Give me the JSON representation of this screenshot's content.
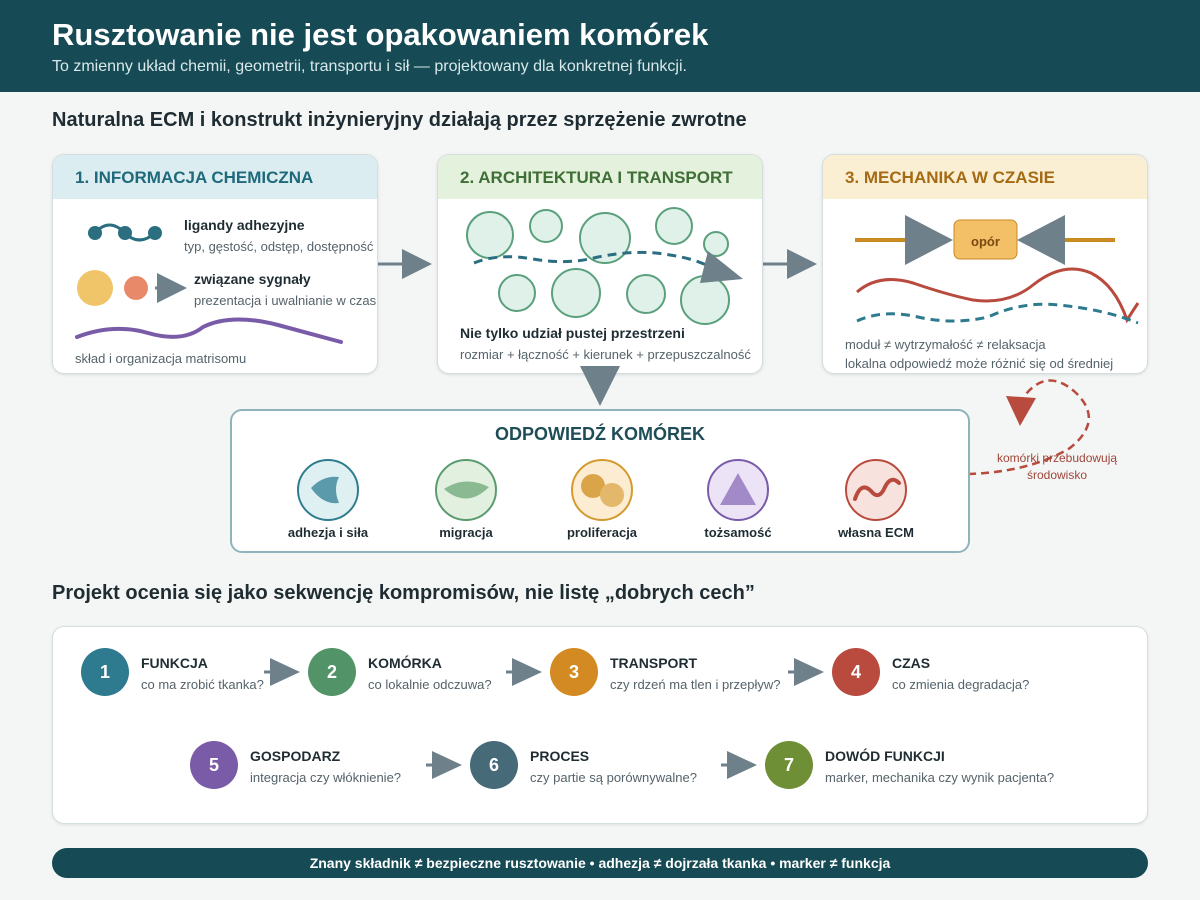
{
  "header": {
    "title": "Rusztowanie nie jest opakowaniem komórek",
    "subtitle": "To zmienny układ chemii, geometrii, transportu i sił — projektowany dla konkretnej funkcji."
  },
  "section1": {
    "title": "Naturalna ECM i konstrukt inżynieryjny działają przez sprzężenie zwrotne"
  },
  "cards": [
    {
      "title": "1. INFORMACJA CHEMICZNA",
      "accent": "#1e6a7b",
      "items": [
        {
          "label": "ligandy adhezyjne",
          "desc": "typ, gęstość, odstęp, dostępność",
          "icon": "ligand-chain-icon"
        },
        {
          "label": "związane sygnały",
          "desc": "prezentacja i uwalnianie w czasie",
          "icon": "signal-release-icon"
        }
      ],
      "footer_desc": "skład i organizacja matrisomu"
    },
    {
      "title": "2. ARCHITEKTURA I TRANSPORT",
      "accent": "#3f6e36",
      "label": "Nie tylko udział pustej przestrzeni",
      "desc": "rozmiar + łączność + kierunek + przepuszczalność"
    },
    {
      "title": "3. MECHANIKA W CZASIE",
      "accent": "#a56b14",
      "badge": "opór",
      "desc1": "moduł ≠ wytrzymałość ≠ relaksacja",
      "desc2": "lokalna odpowiedź może różnić się od średniej"
    }
  ],
  "response": {
    "title": "ODPOWIEDŹ KOMÓREK",
    "items": [
      {
        "label": "adhezja i siła",
        "icon": "cell-adhesion-icon",
        "color": "#2f7c8f"
      },
      {
        "label": "migracja",
        "icon": "migration-icon",
        "color": "#5a9a6e"
      },
      {
        "label": "proliferacja",
        "icon": "proliferation-icon",
        "color": "#d49a2e"
      },
      {
        "label": "tożsamość",
        "icon": "identity-triangle-icon",
        "color": "#7a5ba8"
      },
      {
        "label": "własna ECM",
        "icon": "own-ecm-icon",
        "color": "#b84a3e"
      }
    ],
    "feedback_note": {
      "line1": "komórki przebudowują",
      "line2": "środowisko"
    }
  },
  "section2": {
    "title": "Projekt ocenia się jako sekwencję kompromisów, nie listę „dobrych cech”"
  },
  "steps": [
    {
      "num": "1",
      "title": "FUNKCJA",
      "desc": "co ma zrobić tkanka?",
      "color": "#2e7a8e"
    },
    {
      "num": "2",
      "title": "KOMÓRKA",
      "desc": "co lokalnie odczuwa?",
      "color": "#529468"
    },
    {
      "num": "3",
      "title": "TRANSPORT",
      "desc": "czy rdzeń ma tlen i przepływ?",
      "color": "#d38a22"
    },
    {
      "num": "4",
      "title": "CZAS",
      "desc": "co zmienia degradacja?",
      "color": "#b84a3e"
    },
    {
      "num": "5",
      "title": "GOSPODARZ",
      "desc": "integracja czy włóknienie?",
      "color": "#7a5ba8"
    },
    {
      "num": "6",
      "title": "PROCES",
      "desc": "czy partie są porównywalne?",
      "color": "#466a78"
    },
    {
      "num": "7",
      "title": "DOWÓD FUNKCJI",
      "desc": "marker, mechanika czy wynik pacjenta?",
      "color": "#6e8f36"
    }
  ],
  "footer": {
    "text": "Znany składnik ≠ bezpieczne rusztowanie • adhezja ≠ dojrzała tkanka • marker ≠ funkcja"
  }
}
